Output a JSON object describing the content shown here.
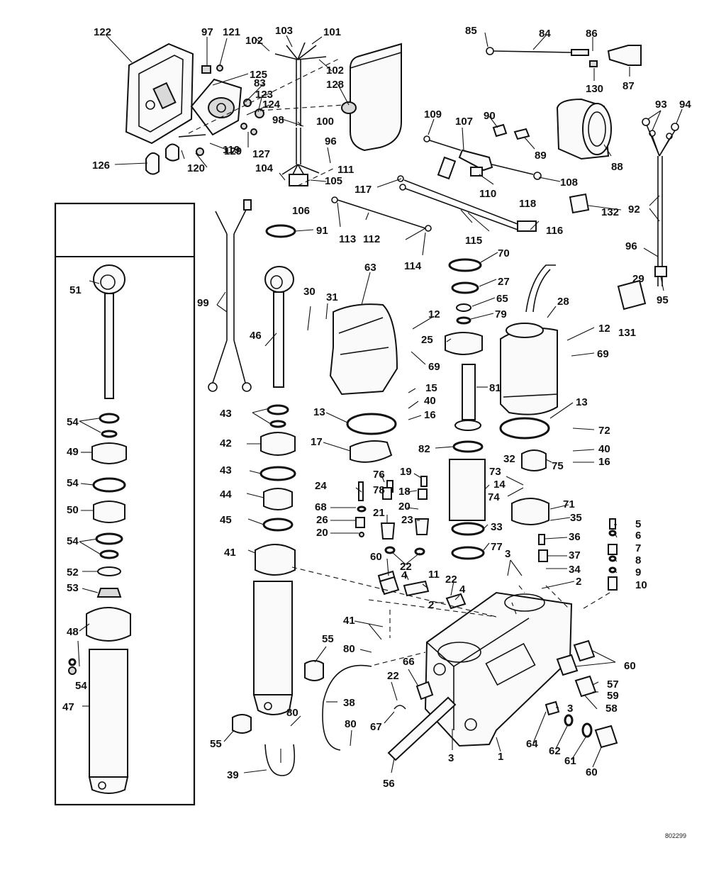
{
  "diagram": {
    "code": "802299",
    "callouts": [
      {
        "id": "c1",
        "text": "1"
      },
      {
        "id": "c2a",
        "text": "2"
      },
      {
        "id": "c2b",
        "text": "2"
      },
      {
        "id": "c3a",
        "text": "3"
      },
      {
        "id": "c3b",
        "text": "3"
      },
      {
        "id": "c3c",
        "text": "3"
      },
      {
        "id": "c4a",
        "text": "4"
      },
      {
        "id": "c4b",
        "text": "4"
      },
      {
        "id": "c5",
        "text": "5"
      },
      {
        "id": "c6",
        "text": "6"
      },
      {
        "id": "c7",
        "text": "7"
      },
      {
        "id": "c8",
        "text": "8"
      },
      {
        "id": "c9",
        "text": "9"
      },
      {
        "id": "c10",
        "text": "10"
      },
      {
        "id": "c11",
        "text": "11"
      },
      {
        "id": "c12a",
        "text": "12"
      },
      {
        "id": "c12b",
        "text": "12"
      },
      {
        "id": "c13a",
        "text": "13"
      },
      {
        "id": "c13b",
        "text": "13"
      },
      {
        "id": "c14",
        "text": "14"
      },
      {
        "id": "c15",
        "text": "15"
      },
      {
        "id": "c16a",
        "text": "16"
      },
      {
        "id": "c16b",
        "text": "16"
      },
      {
        "id": "c17",
        "text": "17"
      },
      {
        "id": "c18",
        "text": "18"
      },
      {
        "id": "c19",
        "text": "19"
      },
      {
        "id": "c20a",
        "text": "20"
      },
      {
        "id": "c20b",
        "text": "20"
      },
      {
        "id": "c21",
        "text": "21"
      },
      {
        "id": "c22a",
        "text": "22"
      },
      {
        "id": "c22b",
        "text": "22"
      },
      {
        "id": "c22c",
        "text": "22"
      },
      {
        "id": "c23",
        "text": "23"
      },
      {
        "id": "c24",
        "text": "24"
      },
      {
        "id": "c25",
        "text": "25"
      },
      {
        "id": "c26",
        "text": "26"
      },
      {
        "id": "c27",
        "text": "27"
      },
      {
        "id": "c28",
        "text": "28"
      },
      {
        "id": "c29",
        "text": "29"
      },
      {
        "id": "c30",
        "text": "30"
      },
      {
        "id": "c31",
        "text": "31"
      },
      {
        "id": "c32",
        "text": "32"
      },
      {
        "id": "c33",
        "text": "33"
      },
      {
        "id": "c34",
        "text": "34"
      },
      {
        "id": "c35",
        "text": "35"
      },
      {
        "id": "c36",
        "text": "36"
      },
      {
        "id": "c37",
        "text": "37"
      },
      {
        "id": "c38",
        "text": "38"
      },
      {
        "id": "c39",
        "text": "39"
      },
      {
        "id": "c40a",
        "text": "40"
      },
      {
        "id": "c40b",
        "text": "40"
      },
      {
        "id": "c41a",
        "text": "41"
      },
      {
        "id": "c41b",
        "text": "41"
      },
      {
        "id": "c42",
        "text": "42"
      },
      {
        "id": "c43a",
        "text": "43"
      },
      {
        "id": "c43b",
        "text": "43"
      },
      {
        "id": "c44",
        "text": "44"
      },
      {
        "id": "c45",
        "text": "45"
      },
      {
        "id": "c46",
        "text": "46"
      },
      {
        "id": "c47",
        "text": "47"
      },
      {
        "id": "c48",
        "text": "48"
      },
      {
        "id": "c49",
        "text": "49"
      },
      {
        "id": "c50",
        "text": "50"
      },
      {
        "id": "c51",
        "text": "51"
      },
      {
        "id": "c52",
        "text": "52"
      },
      {
        "id": "c53",
        "text": "53"
      },
      {
        "id": "c54a",
        "text": "54"
      },
      {
        "id": "c54b",
        "text": "54"
      },
      {
        "id": "c54c",
        "text": "54"
      },
      {
        "id": "c54d",
        "text": "54"
      },
      {
        "id": "c55a",
        "text": "55"
      },
      {
        "id": "c55b",
        "text": "55"
      },
      {
        "id": "c56",
        "text": "56"
      },
      {
        "id": "c57",
        "text": "57"
      },
      {
        "id": "c58",
        "text": "58"
      },
      {
        "id": "c59",
        "text": "59"
      },
      {
        "id": "c60a",
        "text": "60"
      },
      {
        "id": "c60b",
        "text": "60"
      },
      {
        "id": "c60c",
        "text": "60"
      },
      {
        "id": "c61",
        "text": "61"
      },
      {
        "id": "c62",
        "text": "62"
      },
      {
        "id": "c63",
        "text": "63"
      },
      {
        "id": "c64",
        "text": "64"
      },
      {
        "id": "c65",
        "text": "65"
      },
      {
        "id": "c66",
        "text": "66"
      },
      {
        "id": "c67",
        "text": "67"
      },
      {
        "id": "c68",
        "text": "68"
      },
      {
        "id": "c69a",
        "text": "69"
      },
      {
        "id": "c69b",
        "text": "69"
      },
      {
        "id": "c70",
        "text": "70"
      },
      {
        "id": "c71",
        "text": "71"
      },
      {
        "id": "c72",
        "text": "72"
      },
      {
        "id": "c73",
        "text": "73"
      },
      {
        "id": "c74",
        "text": "74"
      },
      {
        "id": "c75",
        "text": "75"
      },
      {
        "id": "c76",
        "text": "76"
      },
      {
        "id": "c77",
        "text": "77"
      },
      {
        "id": "c78",
        "text": "78"
      },
      {
        "id": "c79",
        "text": "79"
      },
      {
        "id": "c80a",
        "text": "80"
      },
      {
        "id": "c80b",
        "text": "80"
      },
      {
        "id": "c80c",
        "text": "80"
      },
      {
        "id": "c81",
        "text": "81"
      },
      {
        "id": "c82",
        "text": "82"
      },
      {
        "id": "c83",
        "text": "83"
      },
      {
        "id": "c84",
        "text": "84"
      },
      {
        "id": "c85",
        "text": "85"
      },
      {
        "id": "c86",
        "text": "86"
      },
      {
        "id": "c87",
        "text": "87"
      },
      {
        "id": "c88",
        "text": "88"
      },
      {
        "id": "c89",
        "text": "89"
      },
      {
        "id": "c90",
        "text": "90"
      },
      {
        "id": "c91",
        "text": "91"
      },
      {
        "id": "c92",
        "text": "92"
      },
      {
        "id": "c93",
        "text": "93"
      },
      {
        "id": "c94",
        "text": "94"
      },
      {
        "id": "c95",
        "text": "95"
      },
      {
        "id": "c96a",
        "text": "96"
      },
      {
        "id": "c96b",
        "text": "96"
      },
      {
        "id": "c97",
        "text": "97"
      },
      {
        "id": "c98",
        "text": "98"
      },
      {
        "id": "c99",
        "text": "99"
      },
      {
        "id": "c100",
        "text": "100"
      },
      {
        "id": "c101",
        "text": "101"
      },
      {
        "id": "c102a",
        "text": "102"
      },
      {
        "id": "c102b",
        "text": "102"
      },
      {
        "id": "c103",
        "text": "103"
      },
      {
        "id": "c104",
        "text": "104"
      },
      {
        "id": "c105",
        "text": "105"
      },
      {
        "id": "c106",
        "text": "106"
      },
      {
        "id": "c107",
        "text": "107"
      },
      {
        "id": "c108",
        "text": "108"
      },
      {
        "id": "c109",
        "text": "109"
      },
      {
        "id": "c110",
        "text": "110"
      },
      {
        "id": "c111",
        "text": "111"
      },
      {
        "id": "c112",
        "text": "112"
      },
      {
        "id": "c113",
        "text": "113"
      },
      {
        "id": "c114",
        "text": "114"
      },
      {
        "id": "c115",
        "text": "115"
      },
      {
        "id": "c116",
        "text": "116"
      },
      {
        "id": "c117",
        "text": "117"
      },
      {
        "id": "c118",
        "text": "118"
      },
      {
        "id": "c119",
        "text": "119"
      },
      {
        "id": "c120",
        "text": "120"
      },
      {
        "id": "c121",
        "text": "121"
      },
      {
        "id": "c122",
        "text": "122"
      },
      {
        "id": "c123",
        "text": "123"
      },
      {
        "id": "c124",
        "text": "124"
      },
      {
        "id": "c125",
        "text": "125"
      },
      {
        "id": "c126",
        "text": "126"
      },
      {
        "id": "c127",
        "text": "127"
      },
      {
        "id": "c128",
        "text": "128"
      },
      {
        "id": "c129",
        "text": "129"
      },
      {
        "id": "c130",
        "text": "130"
      },
      {
        "id": "c131",
        "text": "131"
      },
      {
        "id": "c132",
        "text": "132"
      }
    ]
  }
}
